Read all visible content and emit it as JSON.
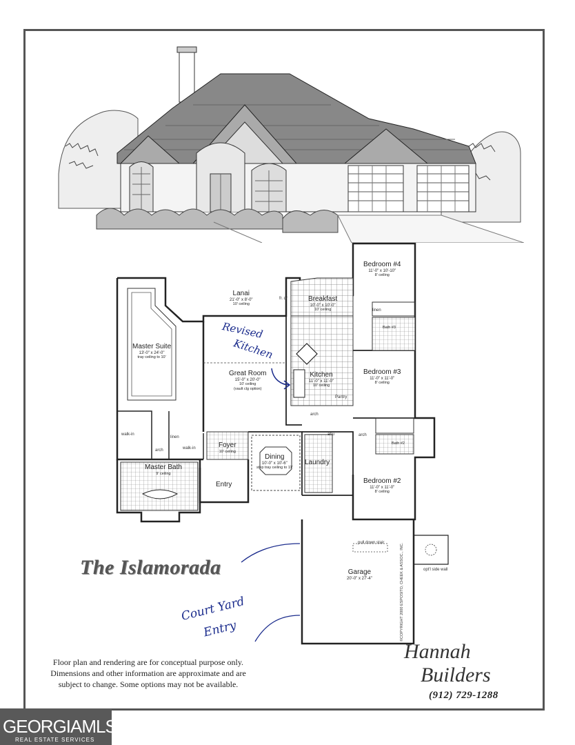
{
  "plan_title": "The Islamorada",
  "rooms": {
    "lanai": {
      "name": "Lanai",
      "dims": "21'-0\" x 8'-0\"",
      "ceiling": "10' ceiling"
    },
    "breakfast": {
      "name": "Breakfast",
      "dims": "10'-0\" x 10'-0\"",
      "ceiling": "10' ceiling"
    },
    "bedroom4": {
      "name": "Bedroom #4",
      "dims": "11'-0\" x 10'-10\"",
      "ceiling": "8' ceiling"
    },
    "master_suite": {
      "name": "Master Suite",
      "dims": "13'-0\" x 24'-0\"",
      "ceiling": "tray ceiling to 10'"
    },
    "great_room": {
      "name": "Great Room",
      "dims": "15'-0\" x 20'-0\"",
      "ceiling": "10' ceiling",
      "option": "(vault clg option)"
    },
    "kitchen": {
      "name": "Kitchen",
      "dims": "11'-0\" x 11'-0\"",
      "ceiling": "10' ceiling"
    },
    "bedroom3": {
      "name": "Bedroom #3",
      "dims": "11'-0\" x 11'-0\"",
      "ceiling": "8' ceiling"
    },
    "foyer": {
      "name": "Foyer",
      "ceiling": "10' ceiling"
    },
    "dining": {
      "name": "Dining",
      "dims": "10'-0\" x 10'-6\"",
      "ceiling": "step tray ceiling to 11'"
    },
    "master_bath": {
      "name": "Master Bath",
      "ceiling": "9' ceiling"
    },
    "entry": {
      "name": "Entry"
    },
    "laundry": {
      "name": "Laundry"
    },
    "bath2": {
      "name": "Bath #2"
    },
    "bath3": {
      "name": "Bath #3"
    },
    "bedroom2": {
      "name": "Bedroom #2",
      "dims": "11'-0\" x 11'-0\"",
      "ceiling": "8' ceiling"
    },
    "garage": {
      "name": "Garage",
      "dims": "20'-0\" x 27'-4\""
    }
  },
  "small_labels": {
    "walk_in_1": "walk-in",
    "walk_in_2": "walk-in",
    "linen": "linen",
    "linen_2": "linen",
    "arch_1": "arch",
    "arch_2": "arch",
    "arch_3": "arch",
    "pantry": "Pantry",
    "pull_down_stair": "pull down stair",
    "fr_dr": "fr. dr",
    "ahu": "ahu",
    "wall_note": "opt'l side wall"
  },
  "handwritten": {
    "revised_1": "Revised",
    "revised_2": "Kitchen",
    "court_1": "Court Yard",
    "court_2": "Entry"
  },
  "copyright": "©COPYRIGHT 2000 ESPOSITO, CHEEK & ASSOC., INC.",
  "disclaimer": "Floor plan and rendering are for conceptual purpose only. Dimensions and other information are approximate and are subject to change. Some options may not be available.",
  "builder": {
    "line1": "Hannah",
    "line2": "Builders",
    "phone": "(912)  729-1288"
  },
  "watermark": {
    "main": "GEORGIAMLS",
    "sub": "REAL ESTATE SERVICES"
  }
}
